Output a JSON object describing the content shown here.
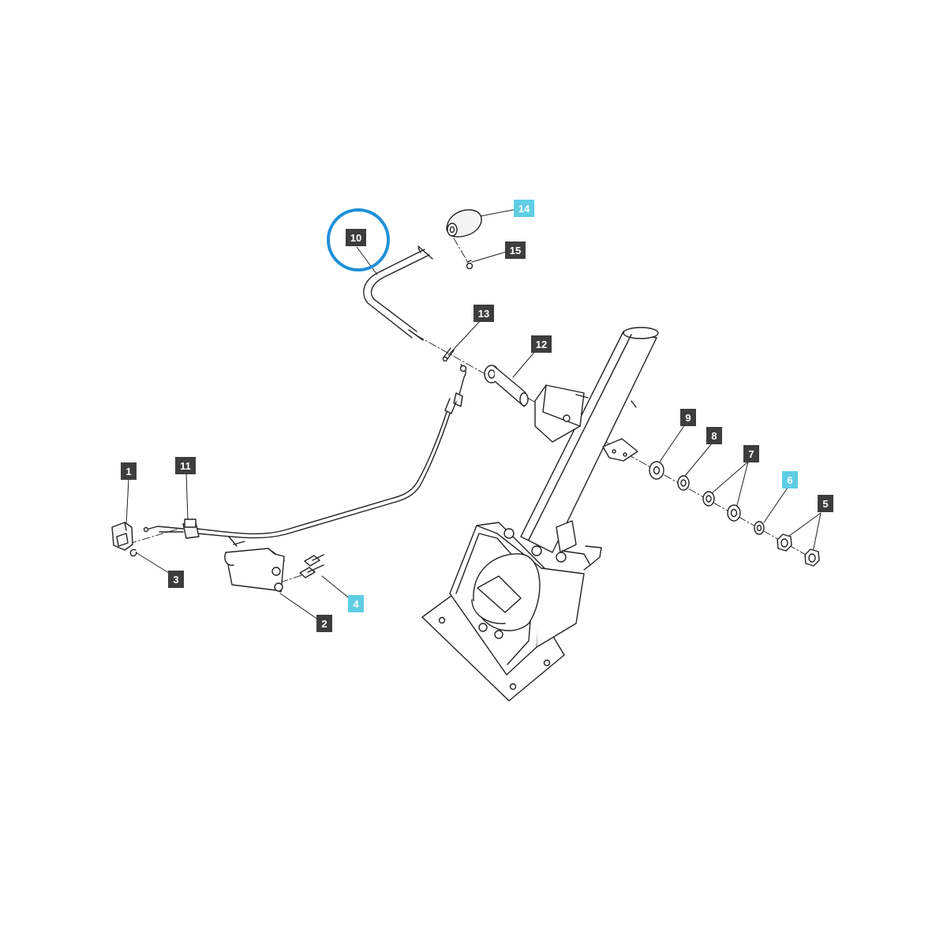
{
  "callouts": [
    {
      "id": "p1",
      "number": "1",
      "highlighted": false
    },
    {
      "id": "p2",
      "number": "2",
      "highlighted": false
    },
    {
      "id": "p3",
      "number": "3",
      "highlighted": false
    },
    {
      "id": "p4",
      "number": "4",
      "highlighted": true
    },
    {
      "id": "p5",
      "number": "5",
      "highlighted": false
    },
    {
      "id": "p6",
      "number": "6",
      "highlighted": true
    },
    {
      "id": "p7",
      "number": "7",
      "highlighted": false
    },
    {
      "id": "p8",
      "number": "8",
      "highlighted": false
    },
    {
      "id": "p9",
      "number": "9",
      "highlighted": false
    },
    {
      "id": "p10",
      "number": "10",
      "highlighted": false,
      "circled": true
    },
    {
      "id": "p11",
      "number": "11",
      "highlighted": false
    },
    {
      "id": "p12",
      "number": "12",
      "highlighted": false
    },
    {
      "id": "p13",
      "number": "13",
      "highlighted": false
    },
    {
      "id": "p14",
      "number": "14",
      "highlighted": true
    },
    {
      "id": "p15",
      "number": "15",
      "highlighted": false
    }
  ],
  "colors": {
    "label_bg": "#3d3d3d",
    "label_highlight_bg": "#5fcde4",
    "label_text": "#ffffff",
    "circle_highlight": "#1e90d8",
    "line_art": "#222222"
  }
}
